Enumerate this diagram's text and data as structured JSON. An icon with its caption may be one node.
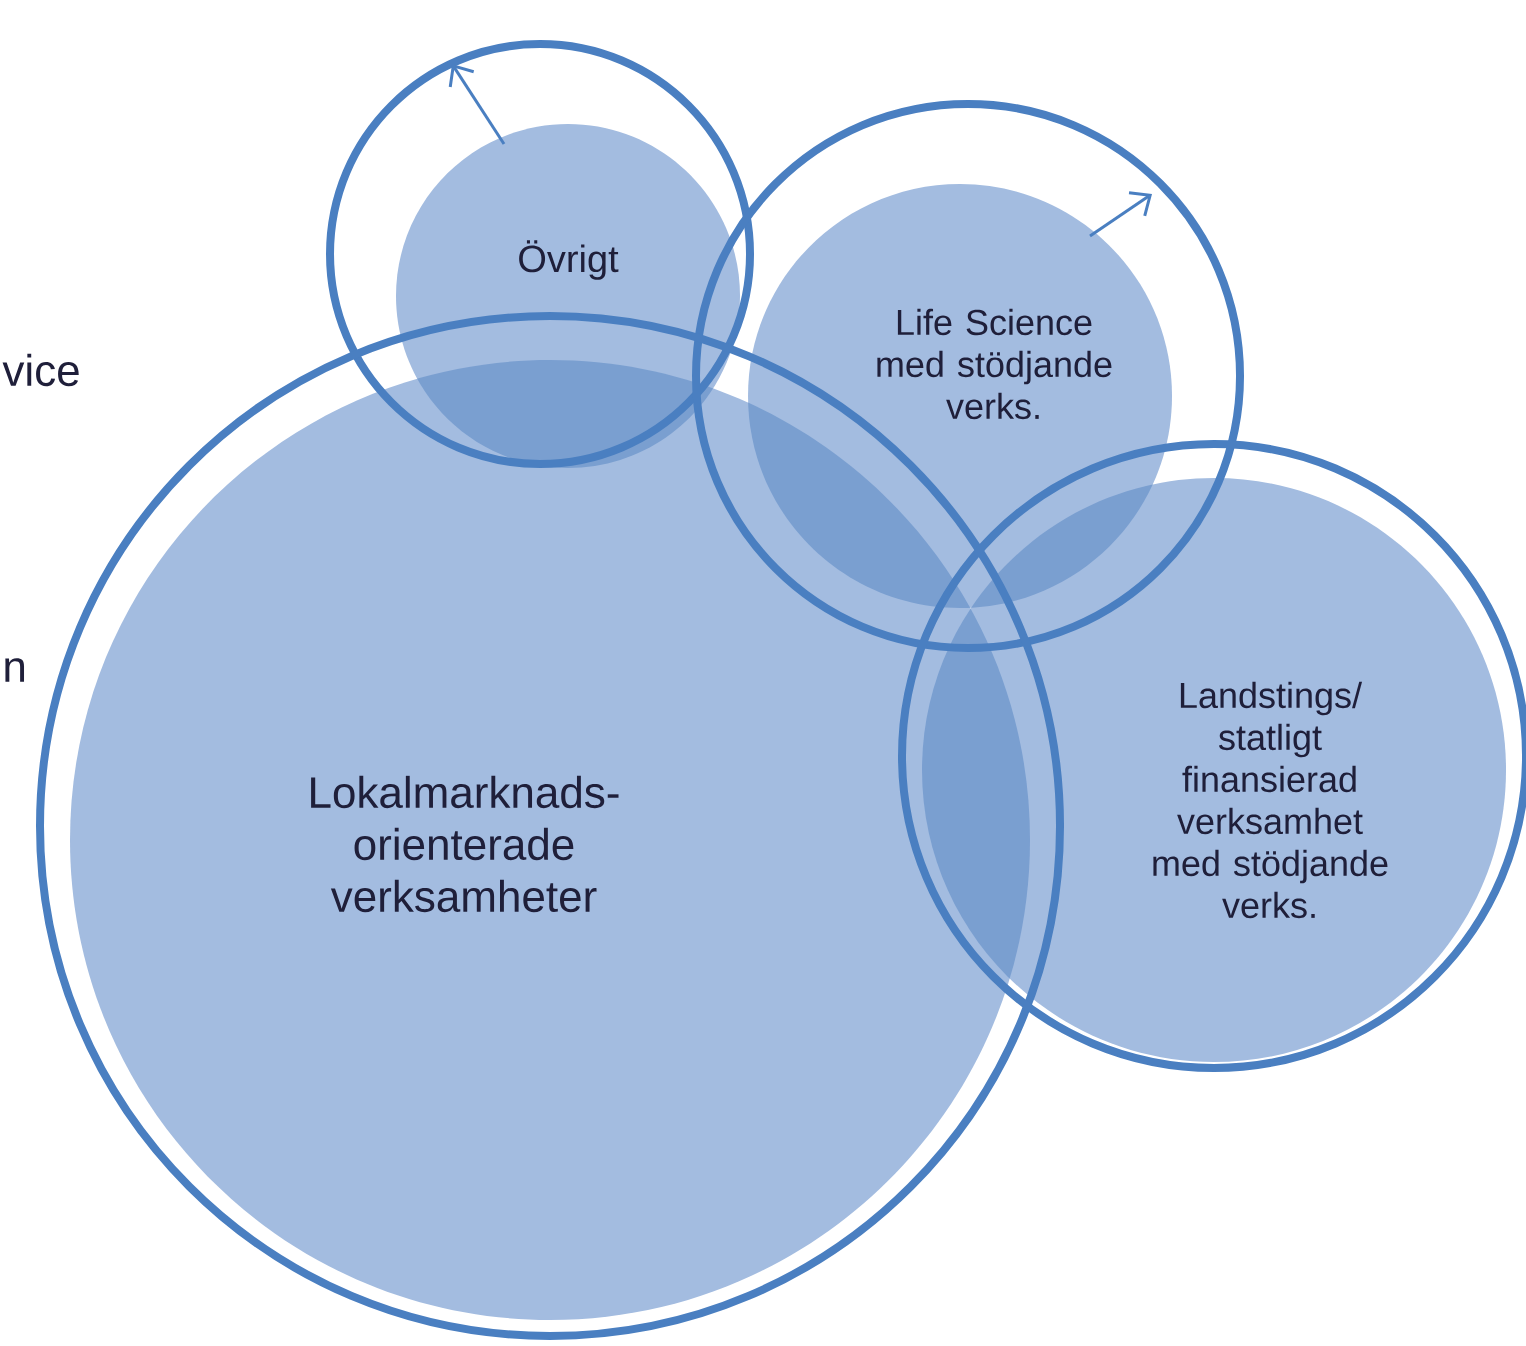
{
  "diagram": {
    "nodes": [
      {
        "text": [
          "Övrigt"
        ]
      },
      {
        "text": [
          "Life Science med stödjande verks."
        ]
      },
      {
        "text": [
          "Lokalmarknads- orienterade verksamheter"
        ]
      },
      {
        "text": [
          "Landstings/ statligt finansierad verksamhet med stödjande verks."
        ]
      }
    ],
    "labels": [
      "vice",
      "n"
    ]
  }
}
